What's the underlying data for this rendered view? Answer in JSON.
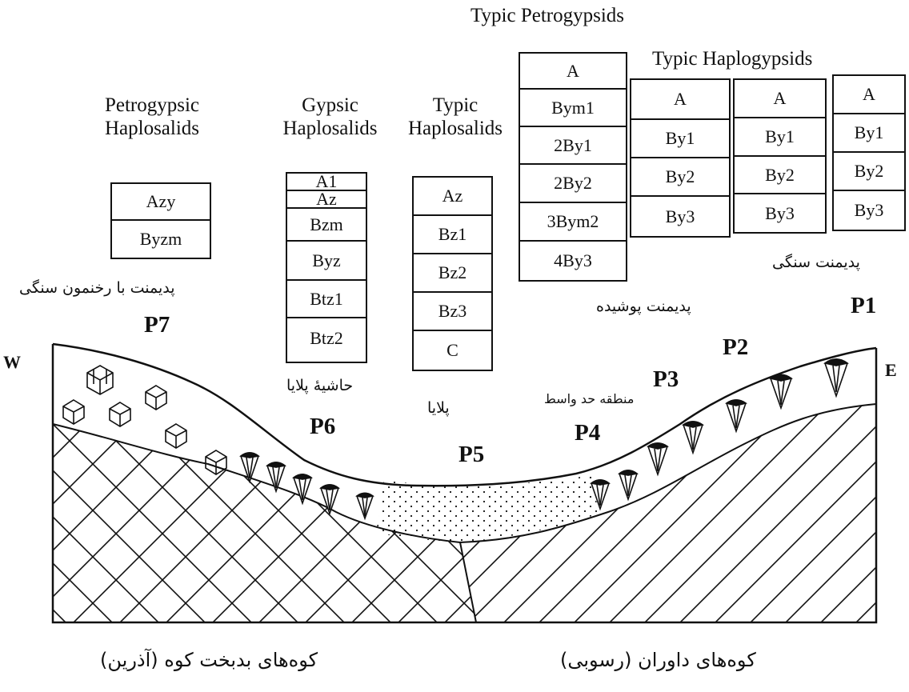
{
  "taxa": {
    "petrogypsids": "Typic Petrogypsids",
    "haplogypsids": "Typic Haplogypsids",
    "petrogypsic_haplosalids": [
      "Petrogypsic",
      "Haplosalids"
    ],
    "gypsic_haplosalids": [
      "Gypsic",
      "Haplosalids"
    ],
    "typic_haplosalids": [
      "Typic",
      "Haplosalids"
    ]
  },
  "profiles": {
    "p7": [
      "Azy",
      "Byzm"
    ],
    "p6": [
      "A1",
      "Az",
      "Bzm",
      "Byz",
      "Btz1",
      "Btz2"
    ],
    "p5": [
      "Az",
      "Bz1",
      "Bz2",
      "Bz3",
      "C"
    ],
    "p3": [
      "A",
      "Bym1",
      "2By1",
      "2By2",
      "3Bym2",
      "4By3"
    ],
    "p2": [
      "A",
      "By1",
      "By2",
      "By3"
    ],
    "p1": [
      "A",
      "By1",
      "By2",
      "By3"
    ]
  },
  "positions": {
    "p1": "P1",
    "p2": "P2",
    "p3": "P3",
    "p4": "P4",
    "p5": "P5",
    "p6": "P6",
    "p7": "P7"
  },
  "landforms": {
    "rock_pediment": "پدیمنت سنگی",
    "covered_pediment": "پدیمنت پوشیده",
    "pediment_with_outcrop": "پدیمنت با رخنمون سنگی",
    "playa_margin": "حاشیهٔ پلایا",
    "playa": "پلایا",
    "transition_zone": "منطقه حد واسط"
  },
  "directions": {
    "west": "W",
    "east": "E"
  },
  "mountains": {
    "igneous": "کوه‌های بدبخت کوه (آذرین)",
    "sedimentary": "کوه‌های داوران (رسوبی)"
  }
}
